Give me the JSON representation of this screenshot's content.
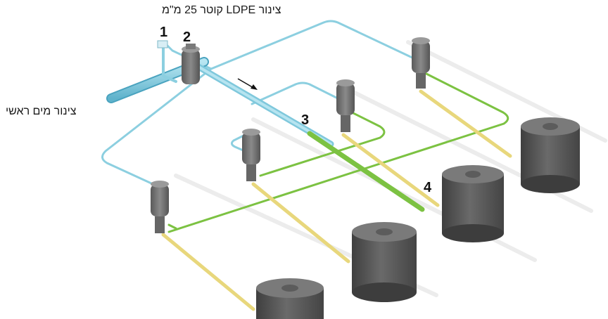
{
  "labels": {
    "top_pipe": "צינור LDPE קוטר 25 מ\"מ",
    "main_pipe": "צינור מים ראשי"
  },
  "numbers": {
    "n1": "1",
    "n2": "2",
    "n3": "3",
    "n4": "4"
  },
  "colors": {
    "main_pipe": "#7fc8dc",
    "ldpe_line": "#8ccfe0",
    "green_line": "#7cc242",
    "yellow_tube": "#e6d57a",
    "tank": "#5a5a5a",
    "injector": "#6e6e6e"
  }
}
